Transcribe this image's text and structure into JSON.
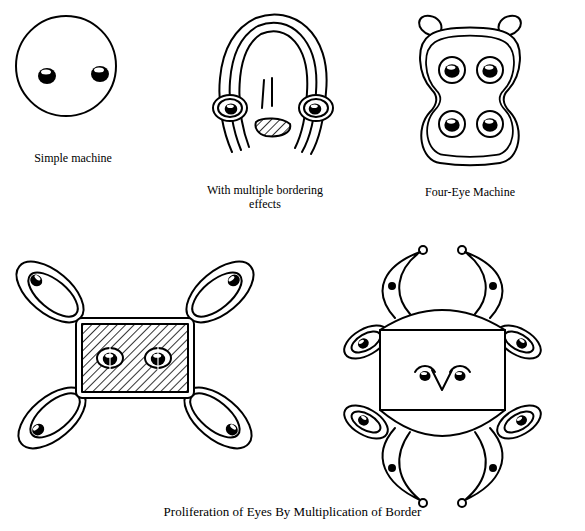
{
  "diagram": {
    "caption": "Proliferation of Eyes By Multiplication of Border",
    "labels": [
      "Simple machine",
      "With multiple bordering effects",
      "Four-Eye Machine"
    ]
  }
}
